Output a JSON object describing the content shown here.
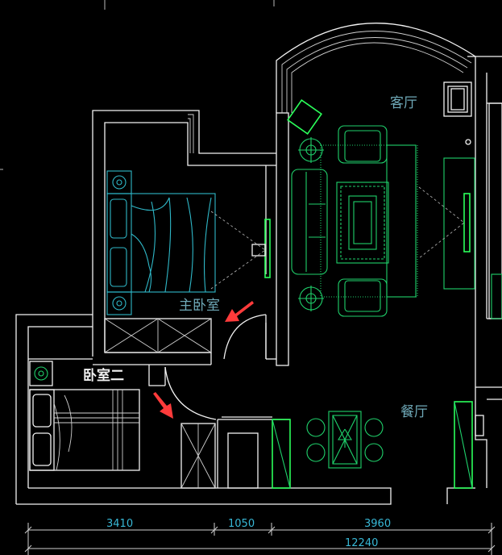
{
  "rooms": {
    "living": "客厅",
    "master_bedroom": "主卧室",
    "second_bedroom": "卧室二",
    "dining": "餐厅"
  },
  "dimensions": {
    "seg1": "3410",
    "seg2": "1050",
    "seg3": "3960",
    "total": "12240"
  },
  "colors": {
    "background": "#000000",
    "walls": "#f2f2f2",
    "furniture": "#1fd16b",
    "bedroom_furniture": "#2fb8c8",
    "dimension_text": "#38b8d6",
    "arrow": "#ff3b3b"
  }
}
